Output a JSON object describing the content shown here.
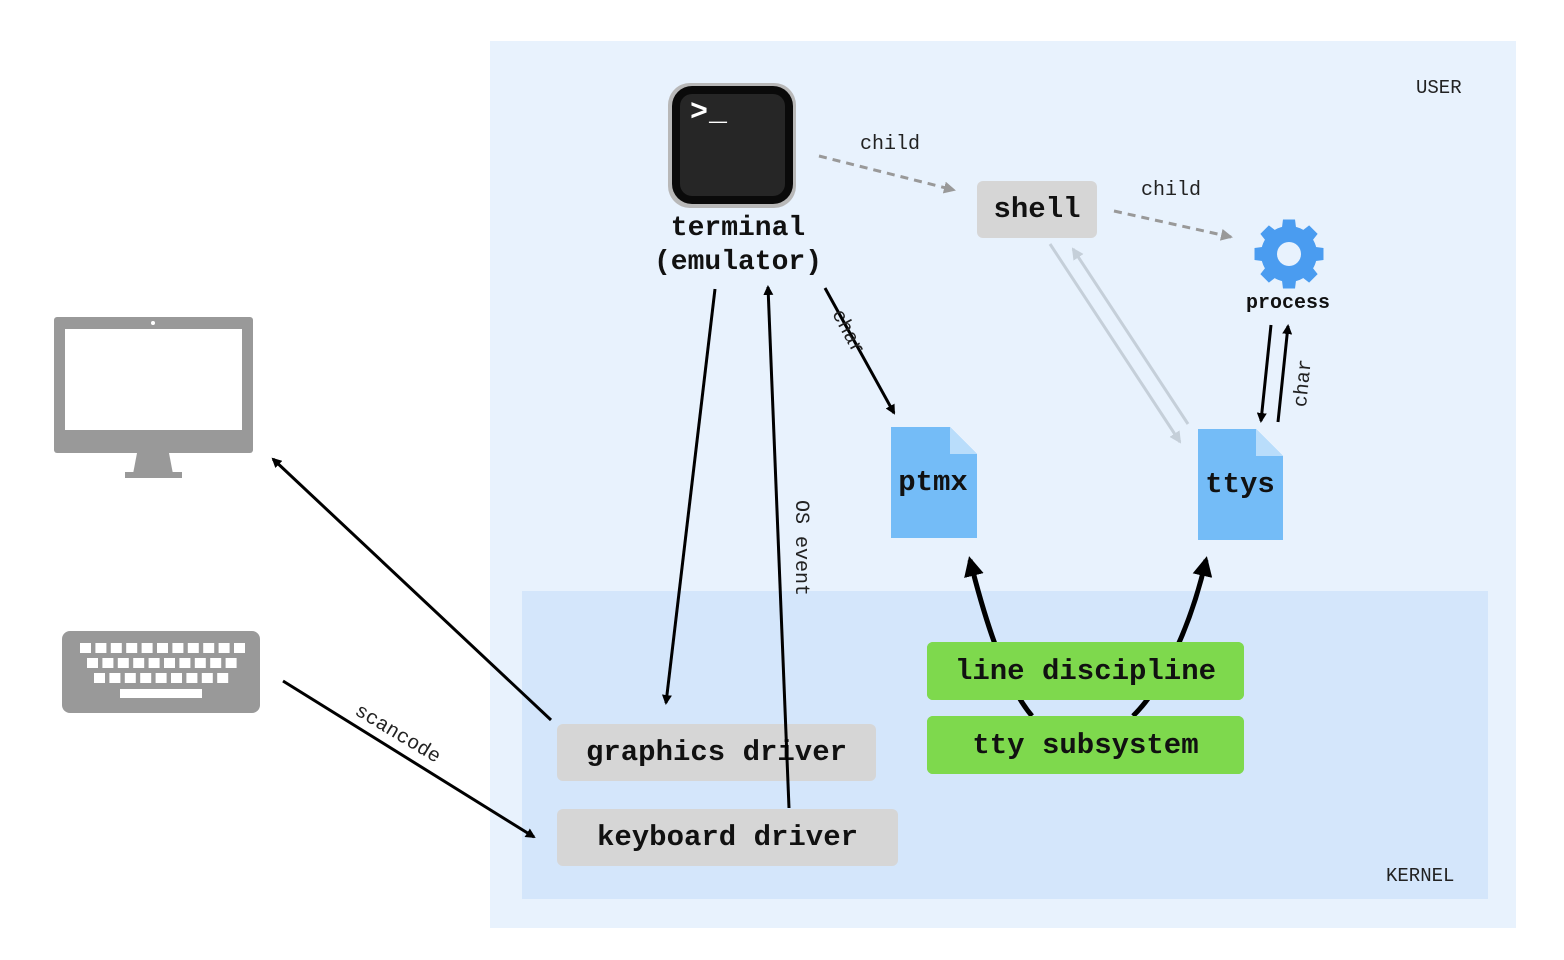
{
  "regions": {
    "user_label": "USER",
    "kernel_label": "KERNEL"
  },
  "nodes": {
    "terminal_line1": "terminal",
    "terminal_line2": "(emulator)",
    "terminal_prompt": ">_",
    "shell": "shell",
    "process": "process",
    "ptmx": "ptmx",
    "ttys": "ttys",
    "line_discipline": "line discipline",
    "tty_subsystem": "tty subsystem",
    "graphics_driver": "graphics driver",
    "keyboard_driver": "keyboard driver"
  },
  "edges": {
    "terminal_to_shell": "child",
    "shell_to_process": "child",
    "terminal_to_ptmx": "char",
    "process_ttys": "char",
    "keyboard_to_terminal": "OS event",
    "keyboard_to_driver": "scancode"
  },
  "icons": {
    "monitor": "monitor-icon",
    "keyboard": "keyboard-icon",
    "terminal": "terminal-app-icon",
    "gear": "gear-icon",
    "file": "file-icon"
  },
  "colors": {
    "user_region": "#e8f2fd",
    "kernel_region": "#d4e6fb",
    "driver_box": "#d6d6d6",
    "tty_box": "#7ed94d",
    "file": "#74bcf7",
    "gear": "#4a9cf0",
    "device": "#999999"
  }
}
